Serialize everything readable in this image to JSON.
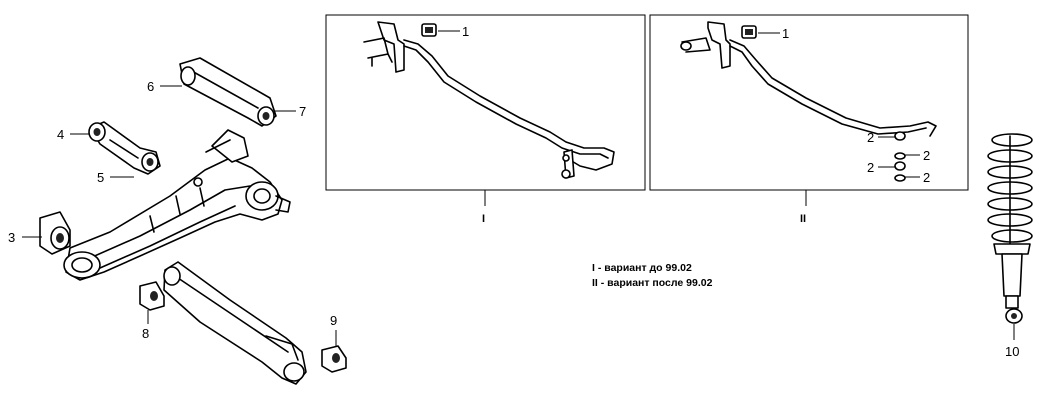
{
  "callouts": {
    "c1a": "1",
    "c1b": "1",
    "c2a": "2",
    "c2b": "2",
    "c2c": "2",
    "c2d": "2",
    "c3": "3",
    "c4": "4",
    "c5": "5",
    "c6": "6",
    "c7": "7",
    "c8": "8",
    "c9": "9",
    "c10": "10"
  },
  "panels": {
    "panel1_label": "I",
    "panel2_label": "II"
  },
  "legend": {
    "line1": "I - вариант до 99.02",
    "line2": "II - вариант после 99.02"
  }
}
